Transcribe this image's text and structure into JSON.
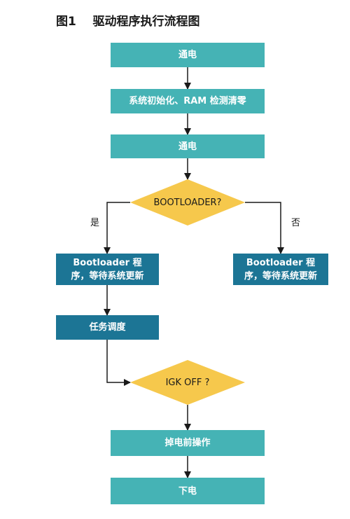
{
  "title": "图1    驱动程序执行流程图",
  "nodes": {
    "power_on_1": "通电",
    "init": "系统初始化、RAM 检测清零",
    "power_on_2": "通电",
    "bootloader_check": "BOOTLOADER?",
    "bootloader_left": "Bootloader 程\n序，等待系统更新",
    "bootloader_right": "Bootloader 程\n序，等待系统更新",
    "task_schedule": "任务调度",
    "igk_check": "IGK OFF ?",
    "pre_power_off": "掉电前操作",
    "power_off": "下电"
  },
  "edge_labels": {
    "yes": "是",
    "no": "否"
  },
  "colors": {
    "teal_box": "#45b3b5",
    "navy_box": "#1c7595",
    "diamond": "#f6c84c",
    "arrow": "#1a1a1a"
  }
}
